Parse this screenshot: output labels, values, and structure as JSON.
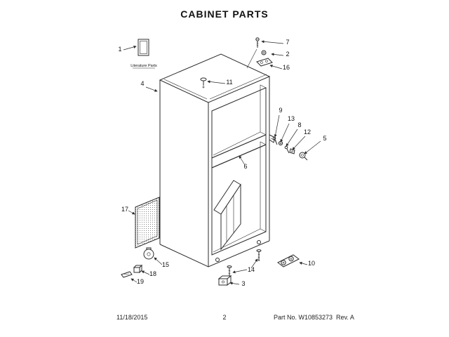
{
  "title": "CABINET PARTS",
  "diagram": {
    "literature_label": "Literature Parts",
    "callouts": [
      {
        "label": "1"
      },
      {
        "label": "2"
      },
      {
        "label": "3"
      },
      {
        "label": "4"
      },
      {
        "label": "5"
      },
      {
        "label": "6"
      },
      {
        "label": "7"
      },
      {
        "label": "8"
      },
      {
        "label": "9"
      },
      {
        "label": "10"
      },
      {
        "label": "11"
      },
      {
        "label": "12"
      },
      {
        "label": "13"
      },
      {
        "label": "14"
      },
      {
        "label": "15"
      },
      {
        "label": "16"
      },
      {
        "label": "17"
      },
      {
        "label": "18"
      },
      {
        "label": "19"
      }
    ]
  },
  "footer": {
    "date": "11/18/2015",
    "page": "2",
    "part_info": "Part No. W10853273  Rev. A"
  }
}
